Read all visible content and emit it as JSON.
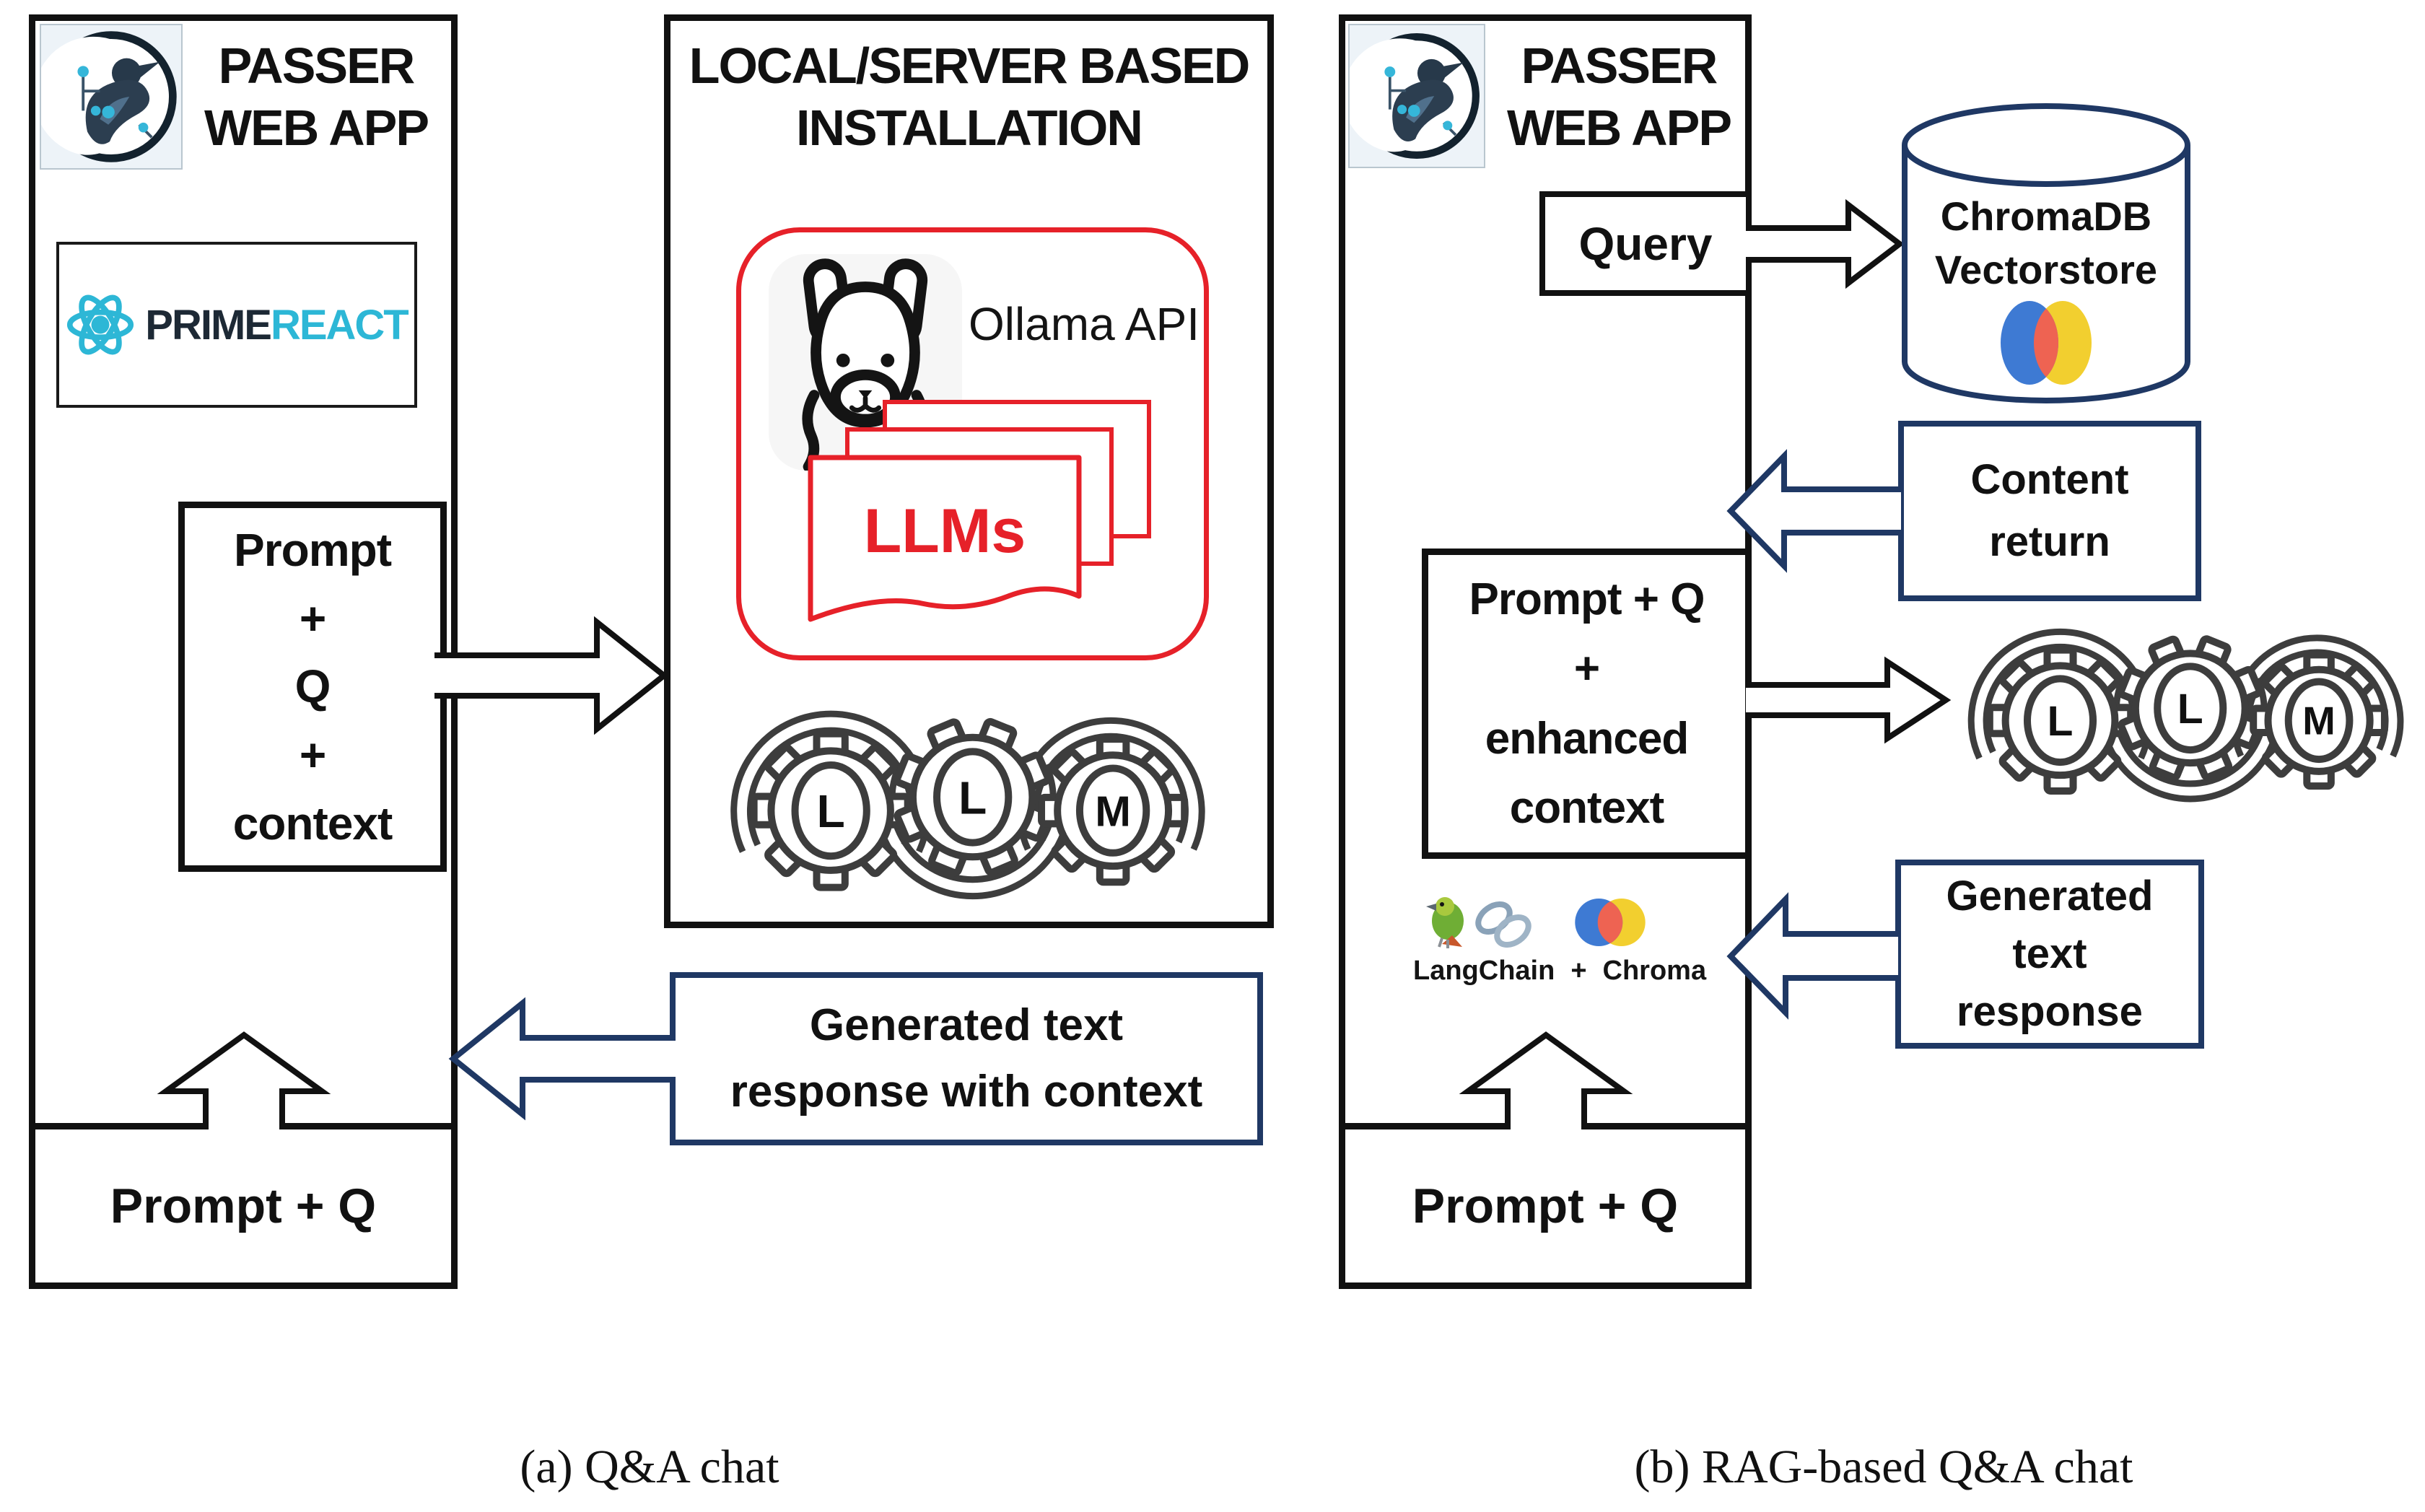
{
  "colors": {
    "black": "#111111",
    "navy": "#1f3864",
    "red": "#e62129",
    "primereact_cyan": "#2db7d6",
    "primereact_dark": "#1d2935",
    "gear_gray": "#3d3d3d",
    "chroma_blue": "#3e7ad3",
    "chroma_red": "#ee6352",
    "chroma_yellow": "#f2cf2f"
  },
  "left_panel": {
    "title_line1": "PASSER",
    "title_line2": "WEB APP",
    "primereact": {
      "prime": "PRIME",
      "react": "REACT"
    },
    "prompt_box": {
      "l1": "Prompt",
      "l2": "+",
      "l3": "Q",
      "l4": "+",
      "l5": "context"
    },
    "bottom_label": "Prompt + Q"
  },
  "server_panel": {
    "title_line1": "LOCAL/SERVER BASED",
    "title_line2": "INSTALLATION",
    "ollama_label": "Ollama API",
    "llms_label": "LLMs",
    "gear_letters": [
      "L",
      "L",
      "M"
    ]
  },
  "response_left": {
    "l1": "Generated text",
    "l2": "response with context"
  },
  "right_panel": {
    "title_line1": "PASSER",
    "title_line2": "WEB APP",
    "query_label": "Query",
    "chromadb": {
      "l1": "ChromaDB",
      "l2": "Vectorstore"
    },
    "content_return": {
      "l1": "Content",
      "l2": "return"
    },
    "prompt_box": {
      "l1": "Prompt + Q",
      "l2": "+",
      "l3": "enhanced",
      "l4": "context"
    },
    "langchain_label": "LangChain",
    "plus": "+",
    "chroma_label": "Chroma",
    "generated": {
      "l1": "Generated",
      "l2": "text",
      "l3": "response"
    },
    "bottom_label": "Prompt + Q",
    "gear_letters": [
      "L",
      "L",
      "M"
    ]
  },
  "captions": {
    "a": "(a) Q&A chat",
    "b": "(b) RAG-based Q&A chat"
  }
}
